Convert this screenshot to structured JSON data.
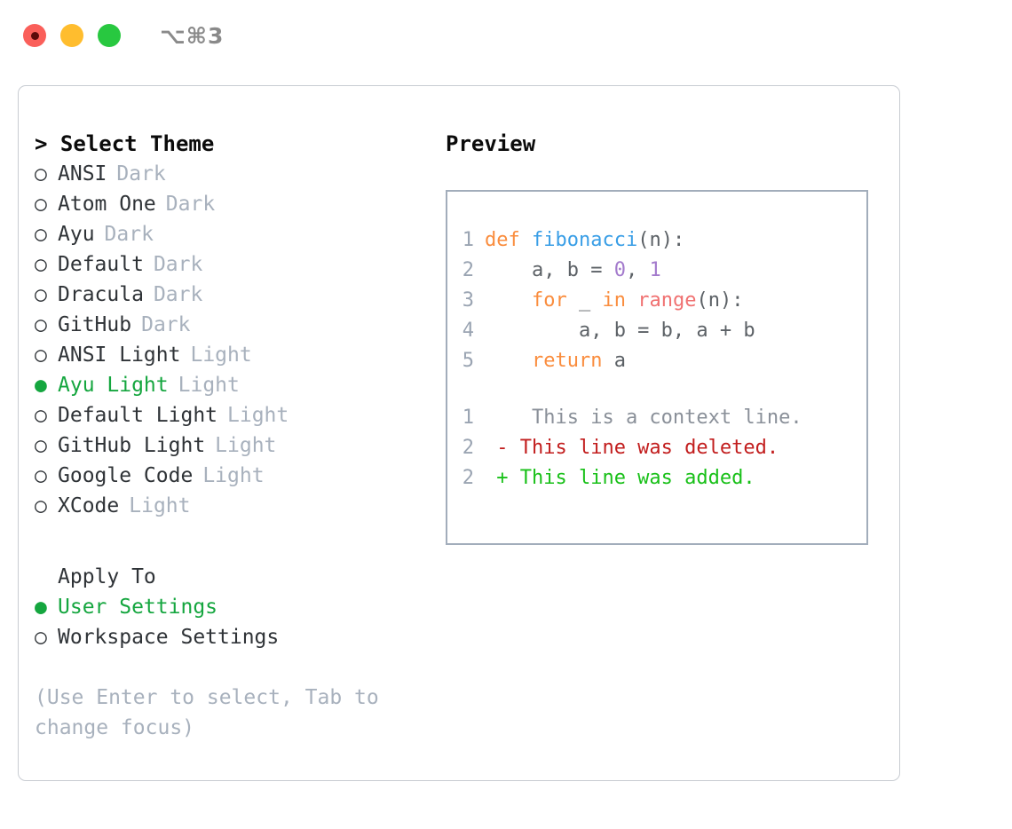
{
  "titlebar": {
    "shortcut": "⌥⌘3",
    "buttons": [
      {
        "name": "close-button",
        "color": "#fa5f5a"
      },
      {
        "name": "minimize-button",
        "color": "#ffbd2e"
      },
      {
        "name": "maximize-button",
        "color": "#28c840"
      }
    ]
  },
  "theme_panel": {
    "title": "> Select Theme",
    "bullet_selected": "●",
    "bullet_unselected": "○",
    "themes": [
      {
        "label": "ANSI",
        "variant": "Dark",
        "selected": false
      },
      {
        "label": "Atom One",
        "variant": "Dark",
        "selected": false
      },
      {
        "label": "Ayu",
        "variant": "Dark",
        "selected": false
      },
      {
        "label": "Default",
        "variant": "Dark",
        "selected": false
      },
      {
        "label": "Dracula",
        "variant": "Dark",
        "selected": false
      },
      {
        "label": "GitHub",
        "variant": "Dark",
        "selected": false
      },
      {
        "label": "ANSI Light",
        "variant": "Light",
        "selected": false
      },
      {
        "label": "Ayu Light",
        "variant": "Light",
        "selected": true
      },
      {
        "label": "Default Light",
        "variant": "Light",
        "selected": false
      },
      {
        "label": "GitHub Light",
        "variant": "Light",
        "selected": false
      },
      {
        "label": "Google Code",
        "variant": "Light",
        "selected": false
      },
      {
        "label": "XCode",
        "variant": "Light",
        "selected": false
      }
    ],
    "apply_to": {
      "title": "Apply To",
      "options": [
        {
          "label": "User Settings",
          "selected": true
        },
        {
          "label": "Workspace Settings",
          "selected": false
        }
      ]
    },
    "hint": "(Use Enter to select, Tab to change focus)"
  },
  "preview": {
    "title": "Preview",
    "code_lines": [
      {
        "num": "1",
        "tokens": [
          {
            "text": "def ",
            "type": "kw"
          },
          {
            "text": "fibonacci",
            "type": "fn"
          },
          {
            "text": "(n):",
            "type": "plain"
          }
        ]
      },
      {
        "num": "2",
        "tokens": [
          {
            "text": "    a, b = ",
            "type": "plain"
          },
          {
            "text": "0",
            "type": "num"
          },
          {
            "text": ", ",
            "type": "plain"
          },
          {
            "text": "1",
            "type": "num"
          }
        ]
      },
      {
        "num": "3",
        "tokens": [
          {
            "text": "    ",
            "type": "plain"
          },
          {
            "text": "for",
            "type": "kw"
          },
          {
            "text": " _ ",
            "type": "plain"
          },
          {
            "text": "in",
            "type": "kw"
          },
          {
            "text": " ",
            "type": "plain"
          },
          {
            "text": "range",
            "type": "builtin"
          },
          {
            "text": "(n):",
            "type": "plain"
          }
        ]
      },
      {
        "num": "4",
        "tokens": [
          {
            "text": "        a, b = b, a + b",
            "type": "plain"
          }
        ]
      },
      {
        "num": "5",
        "tokens": [
          {
            "text": "    ",
            "type": "plain"
          },
          {
            "text": "return",
            "type": "kw"
          },
          {
            "text": " a",
            "type": "plain"
          }
        ]
      }
    ],
    "diff_lines": [
      {
        "num": "1",
        "marker": " ",
        "text": "  This is a context line.",
        "type": "context"
      },
      {
        "num": "2",
        "marker": "-",
        "text": " This line was deleted.",
        "type": "del"
      },
      {
        "num": "2",
        "marker": "+",
        "text": " This line was added.",
        "type": "add"
      }
    ]
  },
  "colors": {
    "accent_green": "#15a63f",
    "muted": "#a8b1bd",
    "keyword": "#fa8d3e",
    "function": "#399ee6",
    "number": "#a37acc",
    "builtin": "#f07171",
    "diff_add": "#18c018",
    "diff_del": "#c21d1d",
    "panel_border": "#c8ccd2",
    "preview_border": "#a2adbb"
  }
}
